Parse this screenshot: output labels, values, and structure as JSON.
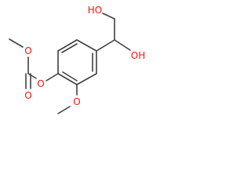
{
  "molecule": {
    "atoms": [
      {
        "id": "o_ch2oh",
        "label": "HO"
      },
      {
        "id": "o_choh",
        "label": "OH"
      },
      {
        "id": "o_methoxy_carbonate",
        "label": "O"
      },
      {
        "id": "o_carbonyl",
        "label": "O"
      },
      {
        "id": "o_ester",
        "label": "O"
      },
      {
        "id": "o_aryl_methoxy",
        "label": "O"
      }
    ],
    "colors": {
      "bond": "#404040",
      "heteroatom": "#ff0d0d"
    }
  }
}
